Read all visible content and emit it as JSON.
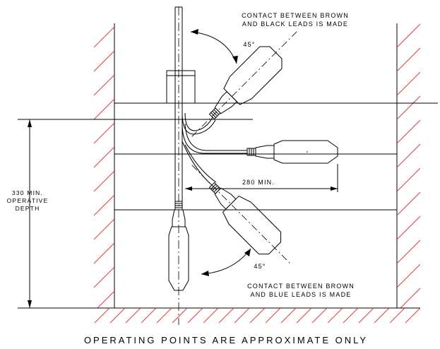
{
  "notes": {
    "top_line1": "CONTACT BETWEEN BROWN",
    "top_line2": "AND BLACK LEADS IS MADE",
    "bottom_line1": "CONTACT BETWEEN BROWN",
    "bottom_line2": "AND BLUE LEADS IS MADE",
    "footer": "OPERATING POINTS ARE APPROXIMATE ONLY"
  },
  "angles": {
    "upper": "45°",
    "lower": "45°"
  },
  "dimensions": {
    "depth_line1": "330 MIN.",
    "depth_line2": "OPERATIVE",
    "depth_line3": "DEPTH",
    "horizontal": "280 MIN."
  },
  "colors": {
    "hatch": "#e04040",
    "line": "#000000"
  }
}
